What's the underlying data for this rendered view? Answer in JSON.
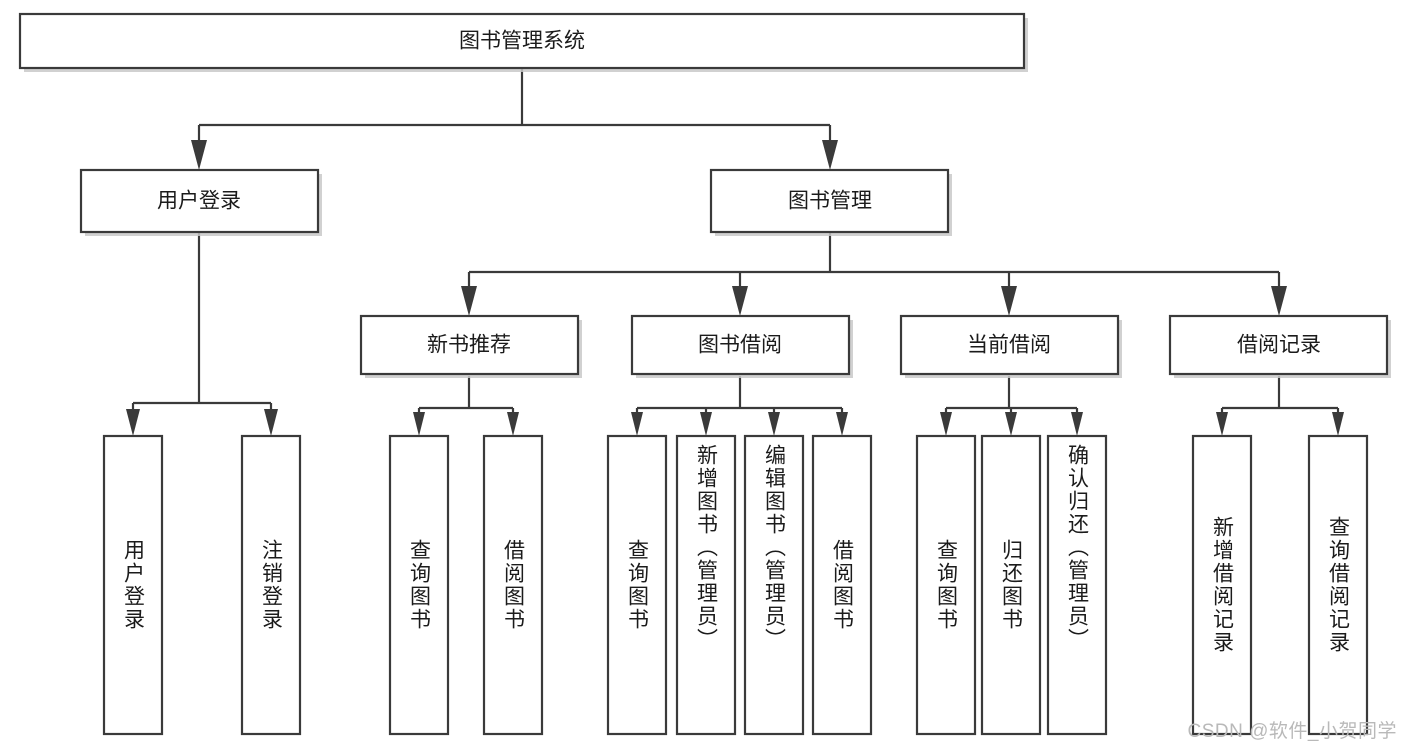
{
  "diagram": {
    "type": "tree",
    "title": "图书管理系统",
    "watermark": "CSDN @软件_小贺同学",
    "colors": {
      "stroke": "#3a3a3a",
      "fill": "#ffffff",
      "text": "#1b1b1b",
      "watermark": "#b9b9b9",
      "background": "#ffffff"
    },
    "levels": {
      "root": "图书管理系统",
      "level2": [
        "用户登录",
        "图书管理"
      ],
      "level3": [
        "新书推荐",
        "图书借阅",
        "当前借阅",
        "借阅记录"
      ]
    },
    "nodes": {
      "root": {
        "label": "图书管理系统"
      },
      "user_login": {
        "label": "用户登录"
      },
      "book_mgmt": {
        "label": "图书管理"
      },
      "new_book_rec": {
        "label": "新书推荐"
      },
      "book_borrow": {
        "label": "图书借阅"
      },
      "current_borrow": {
        "label": "当前借阅"
      },
      "borrow_record": {
        "label": "借阅记录"
      },
      "leaf_user_login": {
        "label": "用户登录"
      },
      "leaf_logout": {
        "label": "注销登录"
      },
      "leaf_query_book_1": {
        "label": "查询图书"
      },
      "leaf_borrow_book_1": {
        "label": "借阅图书"
      },
      "leaf_query_book_2": {
        "label": "查询图书"
      },
      "leaf_add_book": {
        "label": "新增图书（管理员）"
      },
      "leaf_edit_book": {
        "label": "编辑图书（管理员）"
      },
      "leaf_borrow_book_2": {
        "label": "借阅图书"
      },
      "leaf_query_book_3": {
        "label": "查询图书"
      },
      "leaf_return_book": {
        "label": "归还图书"
      },
      "leaf_confirm_return": {
        "label": "确认归还（管理员）"
      },
      "leaf_add_record": {
        "label": "新增借阅记录"
      },
      "leaf_query_record": {
        "label": "查询借阅记录"
      }
    },
    "edges": [
      {
        "from": "root",
        "to": "user_login"
      },
      {
        "from": "root",
        "to": "book_mgmt"
      },
      {
        "from": "user_login",
        "to": "leaf_user_login"
      },
      {
        "from": "user_login",
        "to": "leaf_logout"
      },
      {
        "from": "book_mgmt",
        "to": "new_book_rec"
      },
      {
        "from": "book_mgmt",
        "to": "book_borrow"
      },
      {
        "from": "book_mgmt",
        "to": "current_borrow"
      },
      {
        "from": "book_mgmt",
        "to": "borrow_record"
      },
      {
        "from": "new_book_rec",
        "to": "leaf_query_book_1"
      },
      {
        "from": "new_book_rec",
        "to": "leaf_borrow_book_1"
      },
      {
        "from": "book_borrow",
        "to": "leaf_query_book_2"
      },
      {
        "from": "book_borrow",
        "to": "leaf_add_book"
      },
      {
        "from": "book_borrow",
        "to": "leaf_edit_book"
      },
      {
        "from": "book_borrow",
        "to": "leaf_borrow_book_2"
      },
      {
        "from": "current_borrow",
        "to": "leaf_query_book_3"
      },
      {
        "from": "current_borrow",
        "to": "leaf_return_book"
      },
      {
        "from": "current_borrow",
        "to": "leaf_confirm_return"
      },
      {
        "from": "borrow_record",
        "to": "leaf_add_record"
      },
      {
        "from": "borrow_record",
        "to": "leaf_query_record"
      }
    ]
  }
}
